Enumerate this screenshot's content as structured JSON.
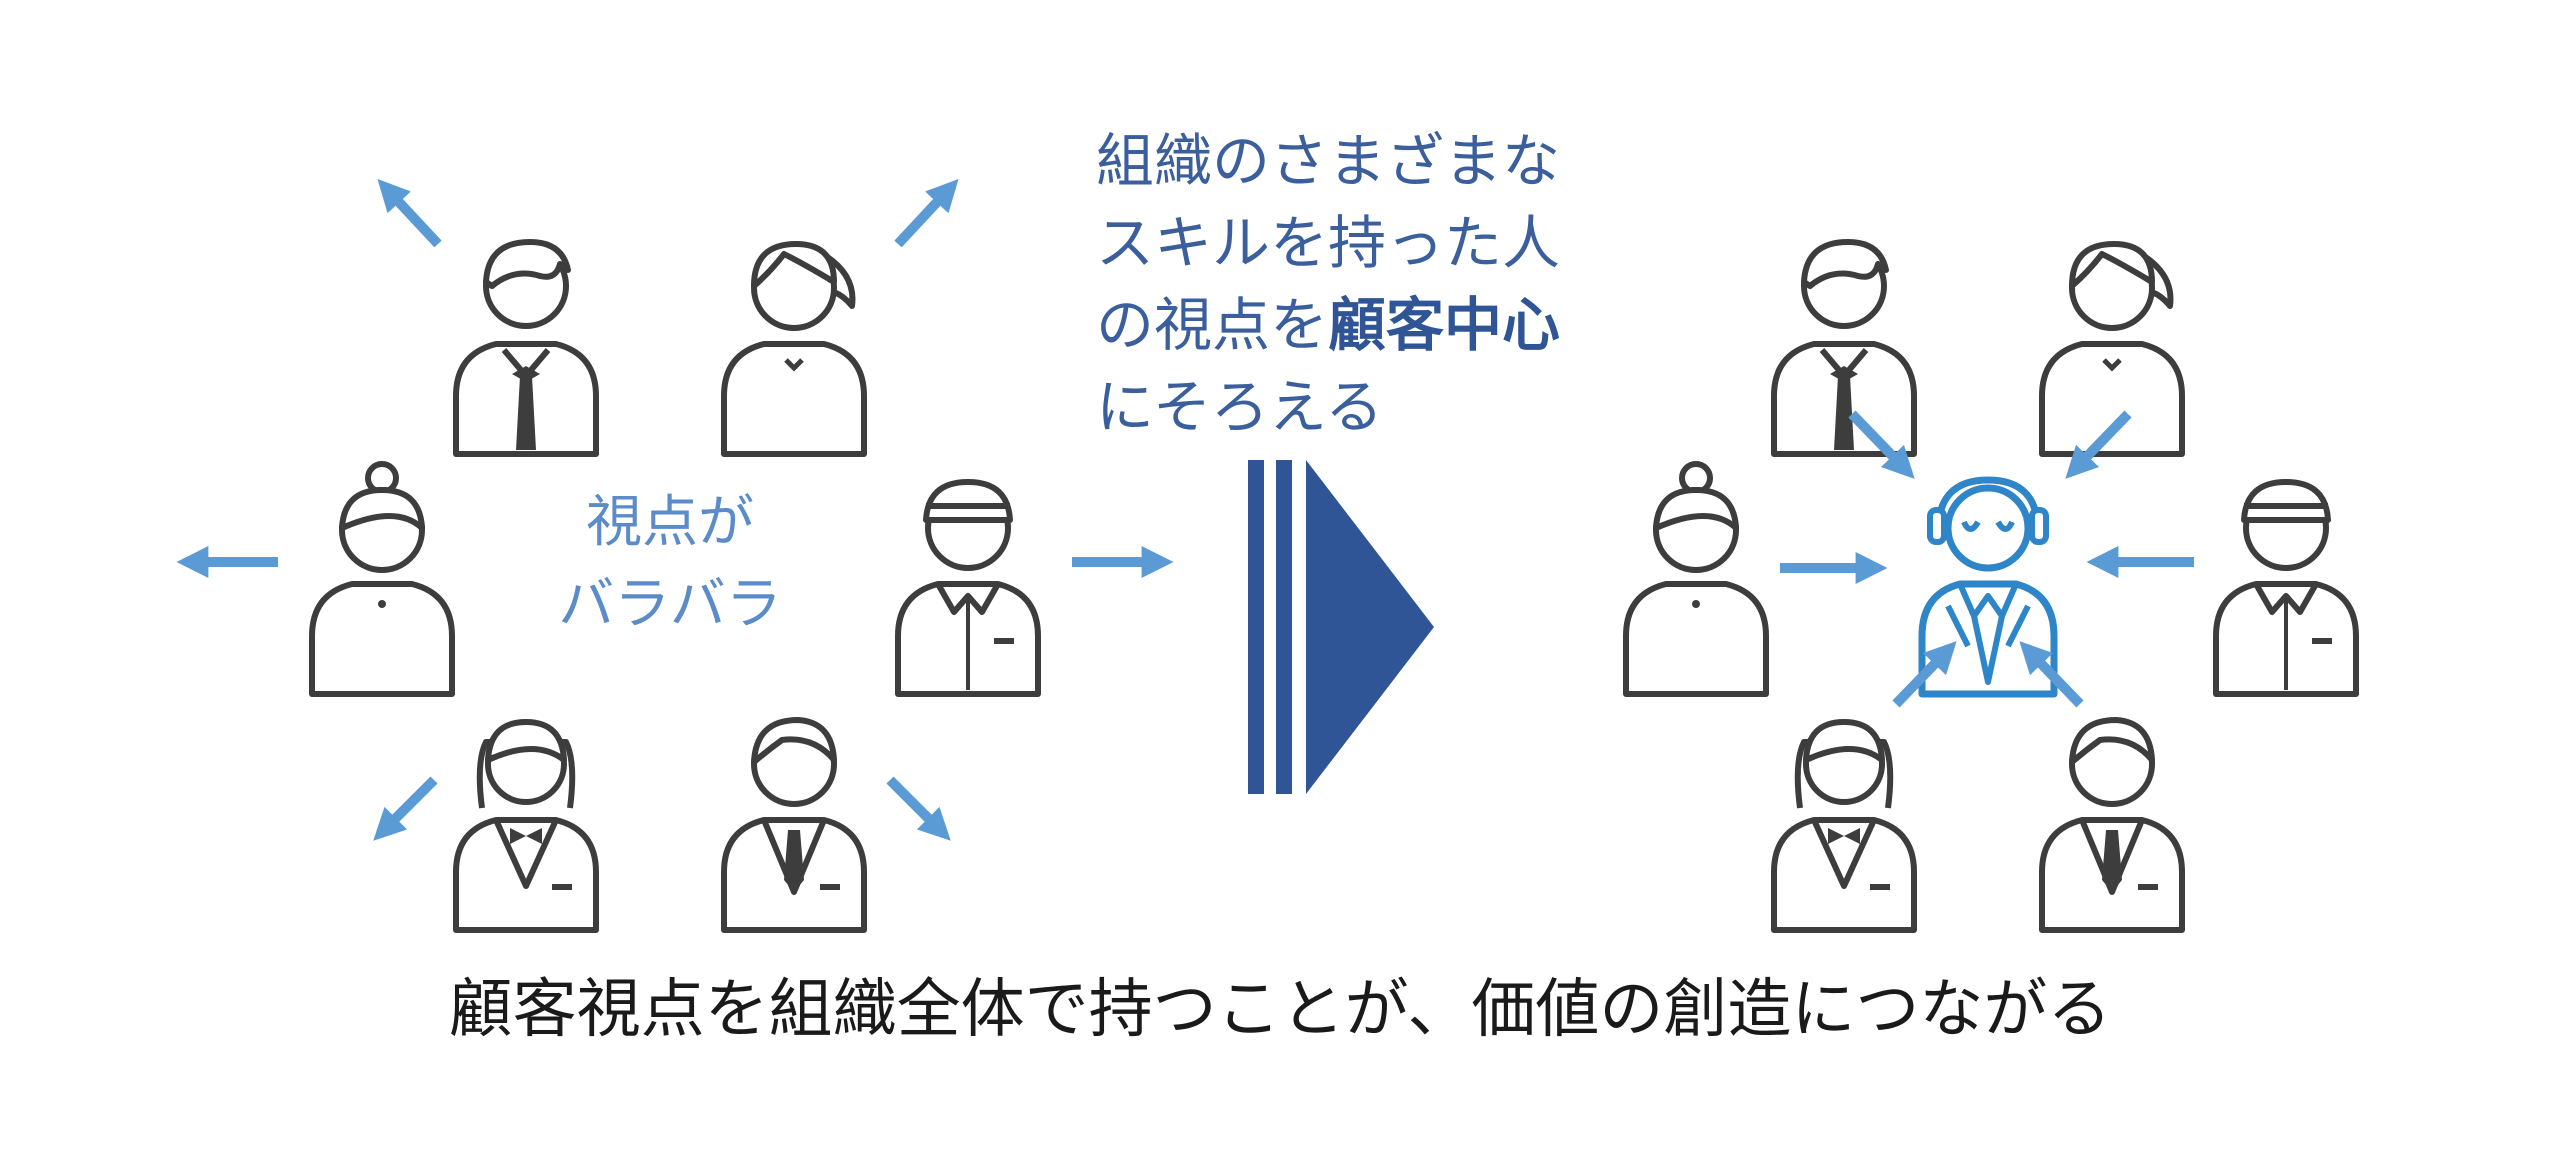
{
  "caption": {
    "line1": "組織のさまざまな",
    "line2": "スキルを持った人",
    "line3_pre": "の視点を",
    "line3_bold": "顧客中心",
    "line4": "にそろえる"
  },
  "left_label": {
    "line1": "視点が",
    "line2": "バラバラ"
  },
  "bottom_caption": "顧客視点を組織全体で持つことが、価値の創造につながる",
  "colors": {
    "person_stroke": "#3d3d3d",
    "arrow": "#5b9bd5",
    "chevron": "#2f5597",
    "customer": "#2e86c8"
  },
  "icons": {
    "people": "person-outline-icon",
    "customer": "customer-icon",
    "transition": "chevron-arrow-icon"
  }
}
